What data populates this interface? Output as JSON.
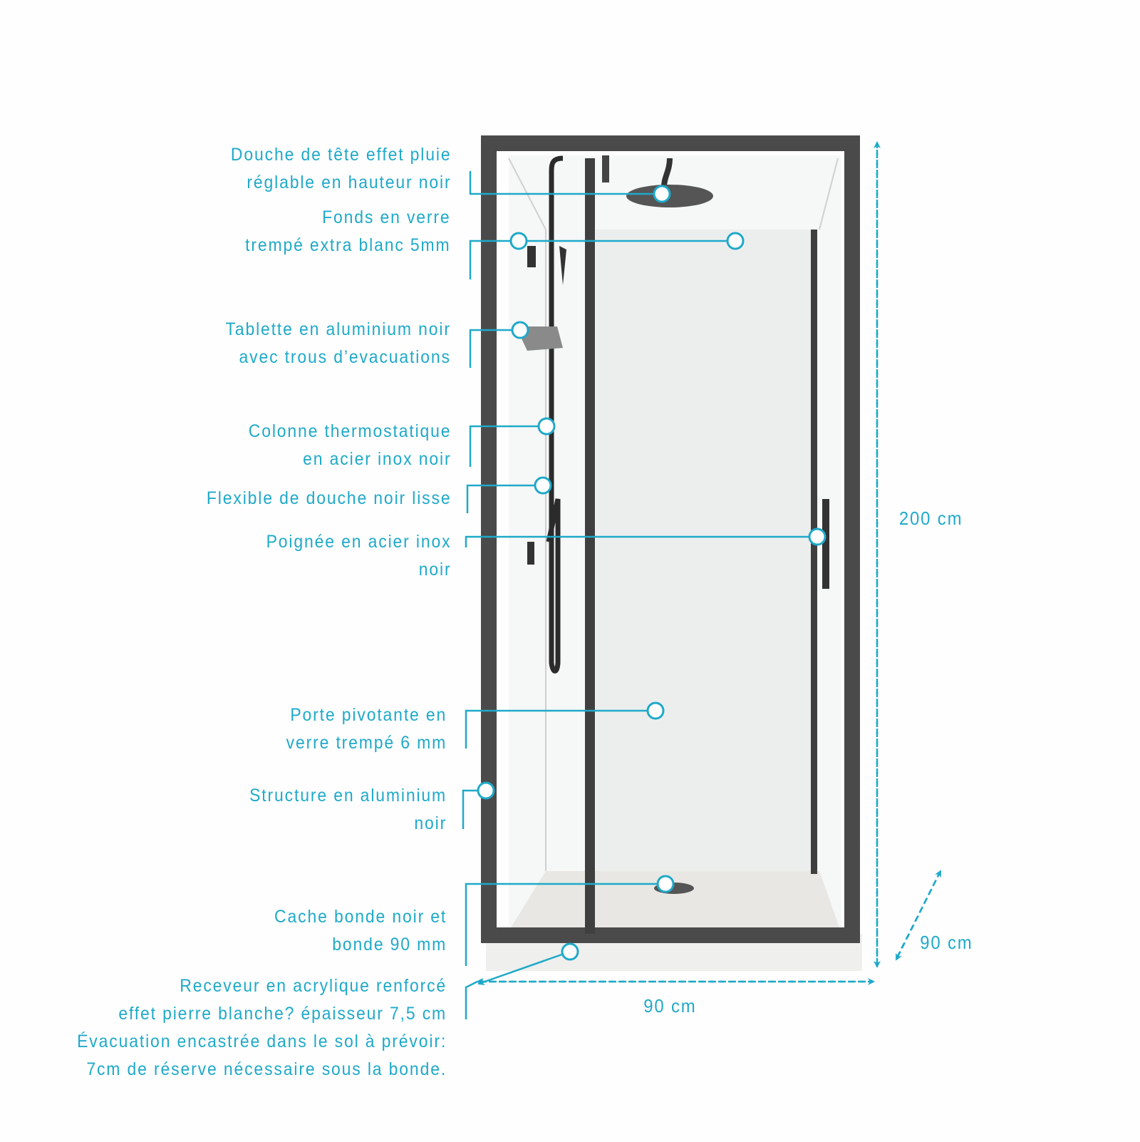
{
  "accent_color": "#1fa9c9",
  "frame_color": "#4a4a4a",
  "labels": [
    {
      "lines": [
        "Douche de tête effet pluie",
        "réglable en hauteur noir"
      ]
    },
    {
      "lines": [
        "Fonds en verre",
        "trempé extra blanc 5mm"
      ]
    },
    {
      "lines": [
        "Tablette en aluminium noir",
        "avec trous d’evacuations"
      ]
    },
    {
      "lines": [
        "Colonne thermostatique",
        "en acier inox noir"
      ]
    },
    {
      "lines": [
        "Flexible de douche noir lisse"
      ]
    },
    {
      "lines": [
        "Poignée en acier inox",
        "noir"
      ]
    },
    {
      "lines": [
        "Porte pivotante en",
        "verre trempé 6 mm"
      ]
    },
    {
      "lines": [
        "Structure en aluminium",
        "noir"
      ]
    },
    {
      "lines": [
        "Cache bonde noir et",
        "bonde 90 mm"
      ]
    },
    {
      "lines": [
        "Receveur en acrylique renforcé",
        "effet pierre blanche? épaisseur 7,5 cm",
        "Évacuation encastrée dans le sol à prévoir:",
        "7cm de réserve nécessaire sous la bonde."
      ]
    }
  ],
  "dimensions": {
    "height": "200 cm",
    "width": "90 cm",
    "depth": "90 cm"
  }
}
